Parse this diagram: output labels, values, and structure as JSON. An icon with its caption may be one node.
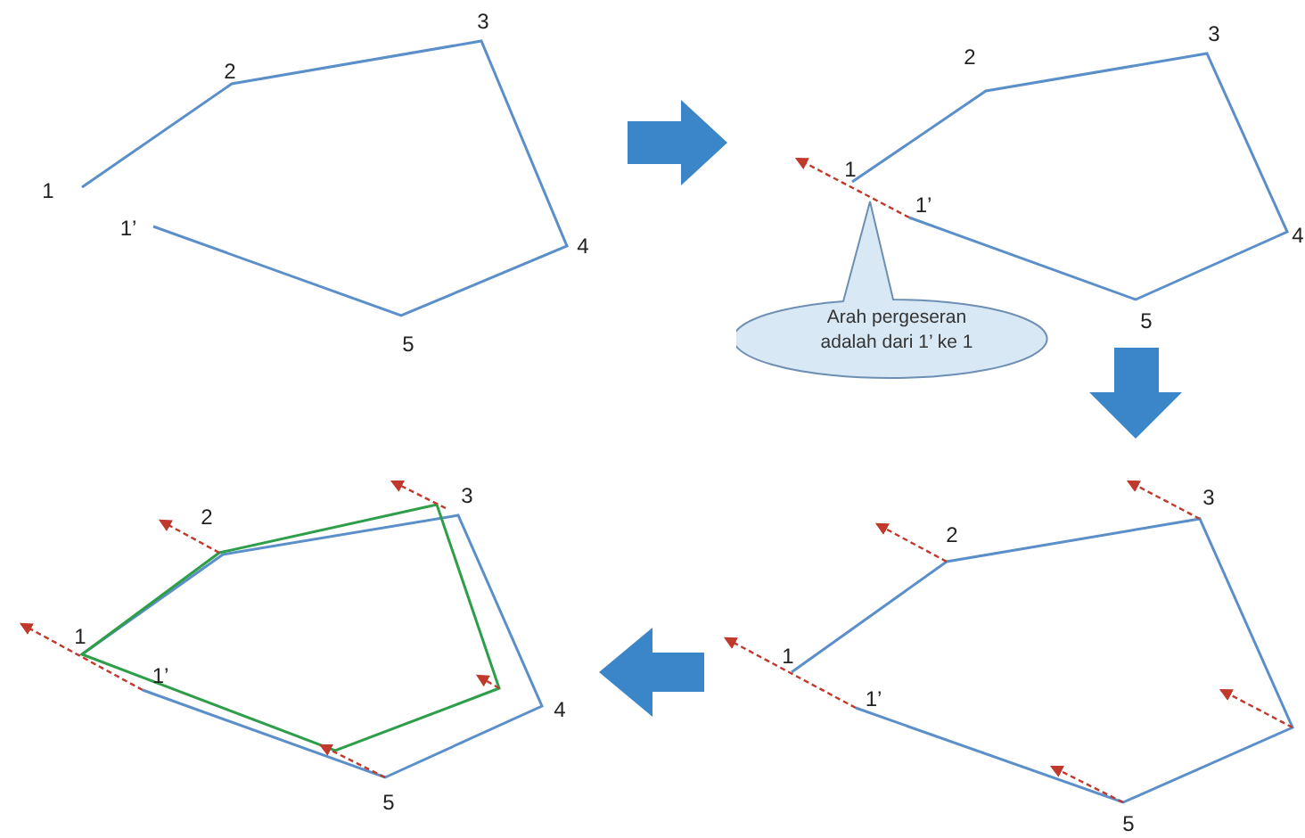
{
  "diagram": {
    "nodes": [
      {
        "text": [
          "Arah pergeseran adalah dari 1’ ke 1"
        ]
      }
    ],
    "labels": [
      "3",
      "2",
      "1",
      "1’",
      "4",
      "5",
      "2",
      "3",
      "1",
      "1’",
      "4",
      "5",
      "3",
      "2",
      "1",
      "1’",
      "5",
      "3",
      "2",
      "1",
      "1’",
      "4",
      "5"
    ]
  }
}
